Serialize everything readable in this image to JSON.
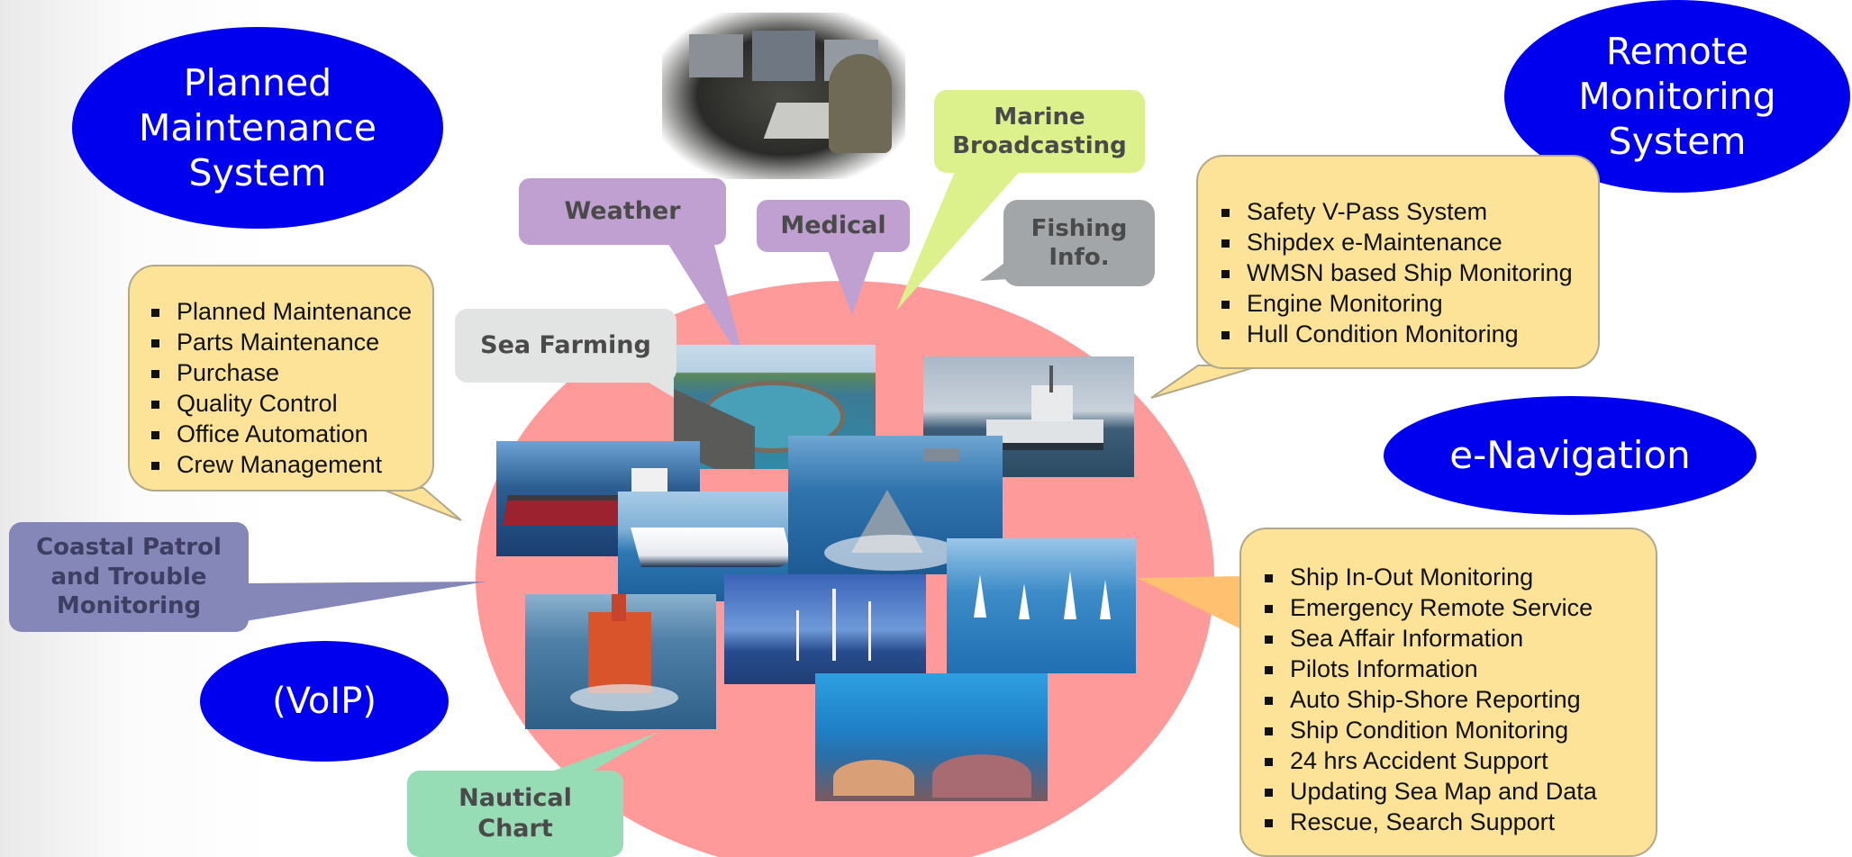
{
  "ovals": {
    "planned_maintenance": "Planned\nMaintenance\nSystem",
    "remote_monitoring": "Remote\nMonitoring\nSystem",
    "e_navigation": "e-Navigation",
    "voip": "(VoIP)"
  },
  "callouts": {
    "weather": "Weather",
    "medical": "Medical",
    "marine_broadcasting": "Marine\nBroadcasting",
    "fishing_info": "Fishing\nInfo.",
    "sea_farming": "Sea Farming",
    "coastal_patrol": "Coastal Patrol\nand Trouble\nMonitoring",
    "nautical_chart": "Nautical\nChart"
  },
  "pms_list": [
    "Planned Maintenance",
    "Parts Maintenance",
    "Purchase",
    "Quality Control",
    "Office Automation",
    "Crew Management"
  ],
  "rms_list": [
    "Safety V-Pass System",
    "Shipdex e-Maintenance",
    "WMSN based Ship Monitoring",
    "Engine Monitoring",
    "Hull Condition Monitoring"
  ],
  "enav_list": [
    "Ship In-Out Monitoring",
    "Emergency Remote Service",
    "Sea Affair Information",
    "Pilots Information",
    "Auto Ship-Shore Reporting",
    "Ship Condition Monitoring",
    "24 hrs Accident Support",
    "Updating Sea Map and Data",
    "Rescue, Search Support"
  ],
  "colors": {
    "oval_blue": "#0000ee",
    "center_circle": "#ff9a9a",
    "note_yellow": "#fde397",
    "weather_purple": "#c0a0d0",
    "broadcast_green": "#dcf08c",
    "fishing_gray": "#a3a6a8",
    "farming_gray": "#e2e3e3",
    "patrol_slate": "#8587b8",
    "chart_green": "#96dcb4"
  }
}
